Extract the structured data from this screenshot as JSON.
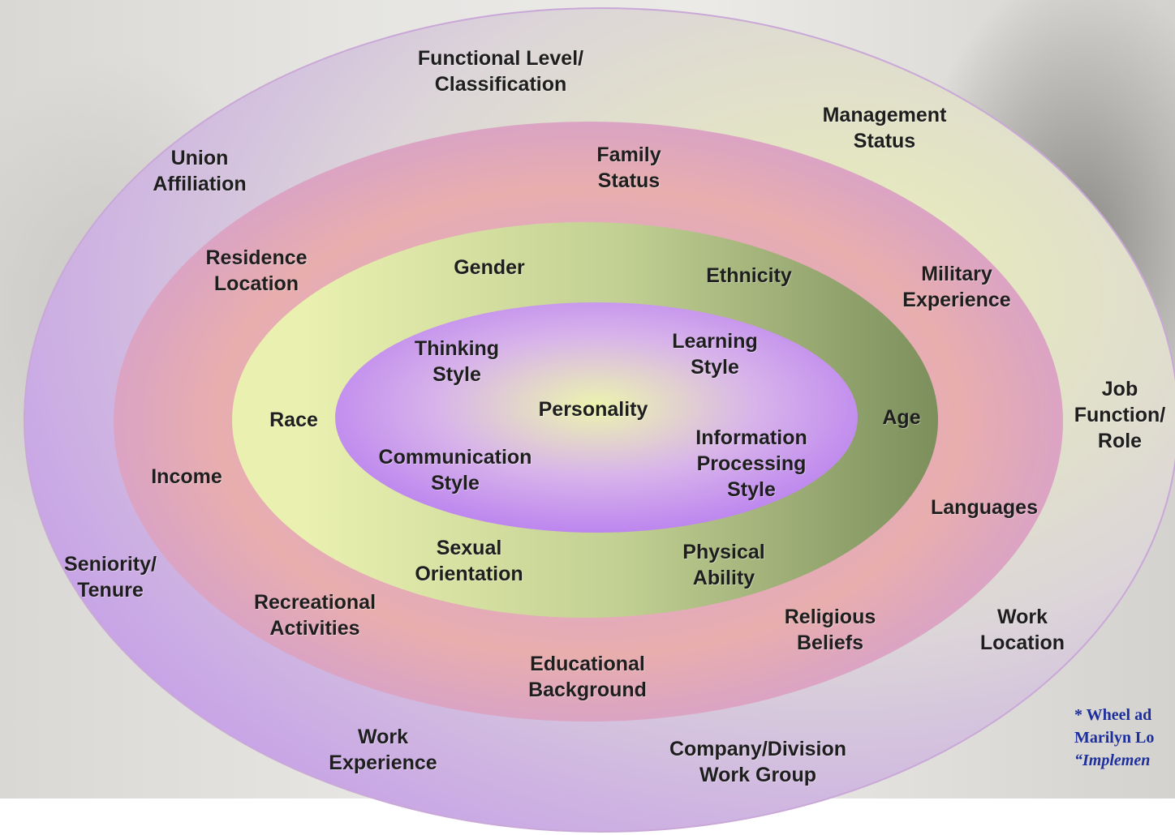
{
  "diagram": {
    "rings": {
      "organizational": {
        "colors": [
          "#e9f0b4",
          "#dcd6d8",
          "#c8a4e6"
        ],
        "labels": [
          {
            "id": "functional-level",
            "text": "Functional Level/\nClassification"
          },
          {
            "id": "management-status",
            "text": "Management\nStatus"
          },
          {
            "id": "union-affiliation",
            "text": "Union\nAffiliation"
          },
          {
            "id": "job-function",
            "text": "Job\nFunction/\nRole"
          },
          {
            "id": "seniority",
            "text": "Seniority/\nTenure"
          },
          {
            "id": "work-location",
            "text": "Work\nLocation"
          },
          {
            "id": "work-experience",
            "text": "Work\nExperience"
          },
          {
            "id": "company-division",
            "text": "Company/Division\nWork Group"
          }
        ]
      },
      "external": {
        "colors": [
          "#d6a0dc",
          "#e8aeae",
          "#cf9ad6"
        ],
        "labels": [
          {
            "id": "family-status",
            "text": "Family\nStatus"
          },
          {
            "id": "residence-location",
            "text": "Residence\nLocation"
          },
          {
            "id": "military-experience",
            "text": "Military\nExperience"
          },
          {
            "id": "income",
            "text": "Income"
          },
          {
            "id": "languages",
            "text": "Languages"
          },
          {
            "id": "recreational-activities",
            "text": "Recreational\nActivities"
          },
          {
            "id": "religious-beliefs",
            "text": "Religious\nBeliefs"
          },
          {
            "id": "educational-background",
            "text": "Educational\nBackground"
          }
        ]
      },
      "internal": {
        "colors": [
          "#eaf1b0",
          "#c2d093",
          "#7c8f5c"
        ],
        "labels": [
          {
            "id": "gender",
            "text": "Gender"
          },
          {
            "id": "ethnicity",
            "text": "Ethnicity"
          },
          {
            "id": "race",
            "text": "Race"
          },
          {
            "id": "age",
            "text": "Age"
          },
          {
            "id": "sexual-orientation",
            "text": "Sexual\nOrientation"
          },
          {
            "id": "physical-ability",
            "text": "Physical\nAbility"
          }
        ]
      },
      "core": {
        "colors": [
          "#ecf4ae",
          "#d8b4ea",
          "#bd86ef"
        ],
        "labels": [
          {
            "id": "thinking-style",
            "text": "Thinking\nStyle"
          },
          {
            "id": "learning-style",
            "text": "Learning\nStyle"
          },
          {
            "id": "personality",
            "text": "Personality"
          },
          {
            "id": "communication-style",
            "text": "Communication\nStyle"
          },
          {
            "id": "information-processing-style",
            "text": "Information\nProcessing\nStyle"
          }
        ]
      }
    }
  },
  "citation": {
    "line1": "* Wheel ad",
    "line2": "Marilyn Lo",
    "line3": "“Implemen"
  }
}
